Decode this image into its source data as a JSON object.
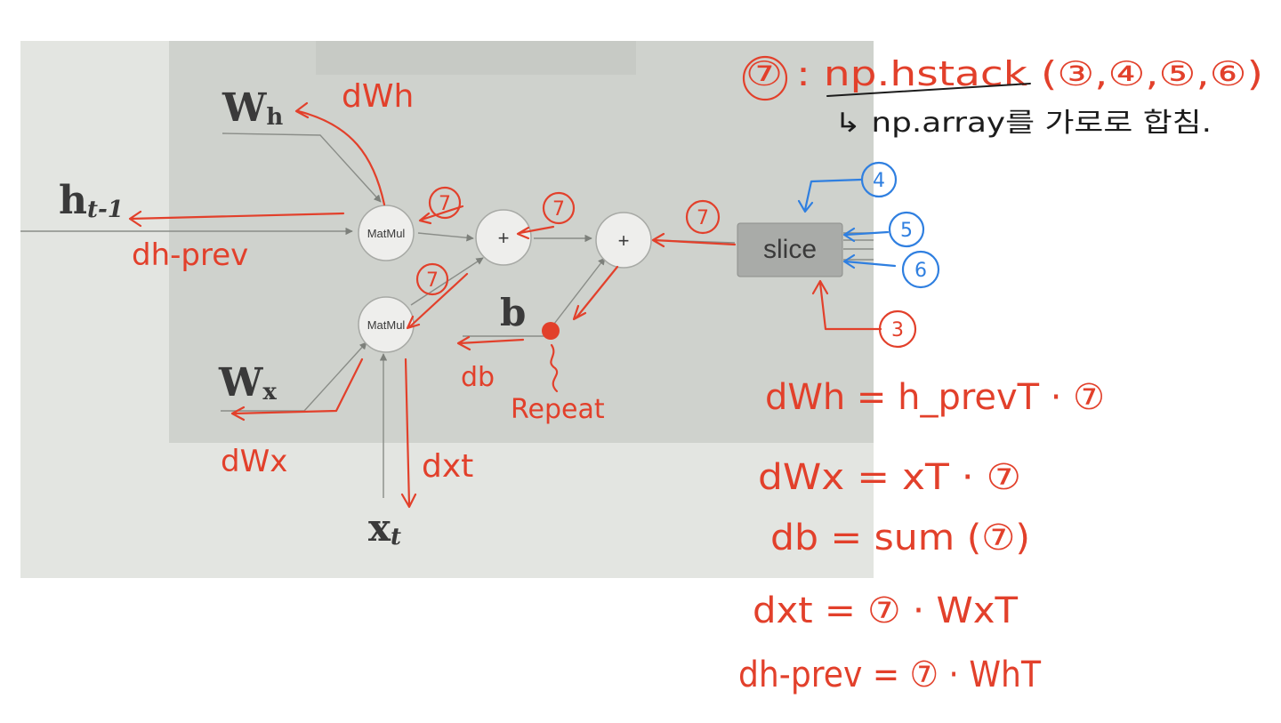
{
  "printed": {
    "node_matmul_top": "MatMul",
    "node_matmul_bottom": "MatMul",
    "node_add_1": "+",
    "node_add_2": "+",
    "slice_label": "slice",
    "h_prev": "h",
    "h_prev_sub": "t-1",
    "w_h": "W",
    "w_h_sub": "h",
    "w_x": "W",
    "w_x_sub": "x",
    "x_t": "x",
    "x_t_sub": "t",
    "bias": "b"
  },
  "annotations": {
    "top_note": "⑦ : np.hstack (③,④,⑤,⑥)",
    "top_note_sub": "↳ np.array를 가로로 합침.",
    "dWh_label": "dWh",
    "dh_prev_label": "dh-prev",
    "dWx_label": "dWx",
    "dxt_label": "dxt",
    "db_label": "db",
    "repeat_label": "Repeat",
    "circle_7": "7",
    "circle_3": "3",
    "circle_4": "4",
    "circle_5": "5",
    "circle_6": "6"
  },
  "formulas": [
    "dWh = h_prevT · ⑦",
    "dWx = xT · ⑦",
    "db = sum (⑦)",
    "dxt = ⑦ · WxT",
    "dh-prev = ⑦ · WhT"
  ],
  "colors": {
    "annotation_red": "#e2402b",
    "annotation_blue": "#2f7fe0",
    "ink_black": "#1c1c1c"
  }
}
